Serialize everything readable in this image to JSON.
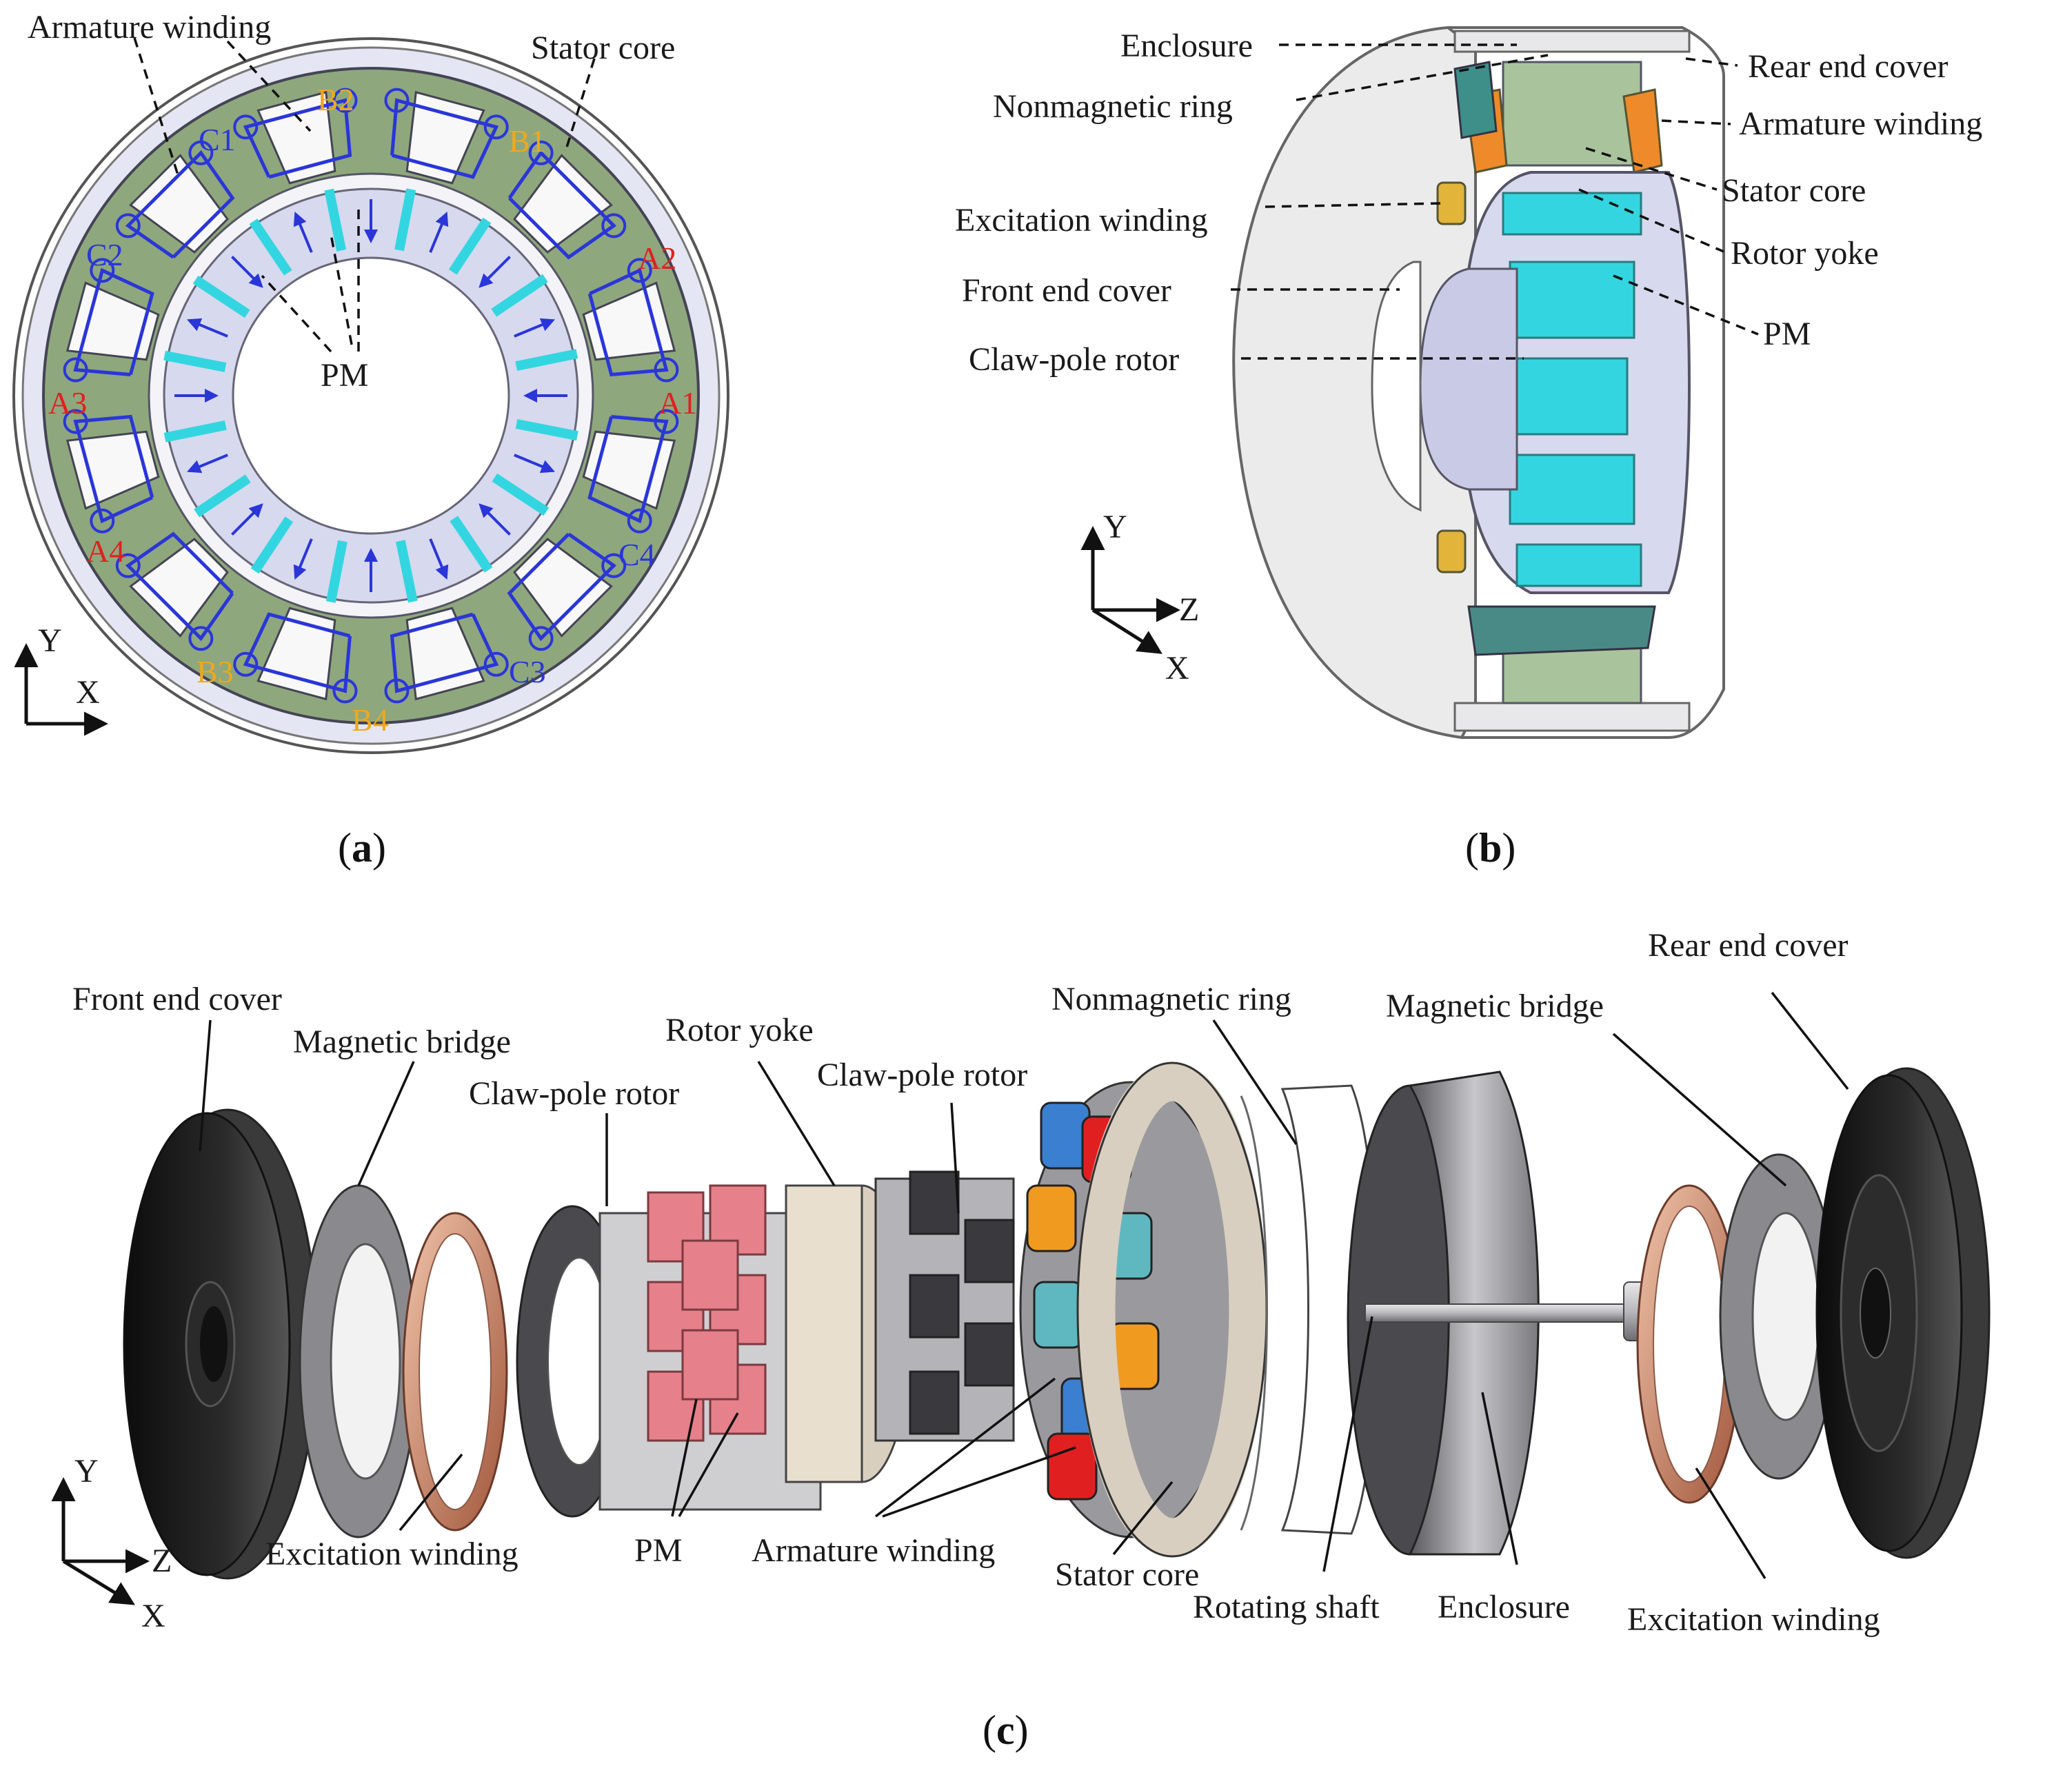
{
  "panel_a": {
    "caption": "a",
    "labels": {
      "armature_winding": "Armature winding",
      "stator_core": "Stator core",
      "pm": "PM"
    },
    "coils": [
      {
        "name": "B2",
        "color": "#f0a81c"
      },
      {
        "name": "B1",
        "color": "#f0a81c"
      },
      {
        "name": "C1",
        "color": "#2a36d8"
      },
      {
        "name": "A2",
        "color": "#e02020"
      },
      {
        "name": "C2",
        "color": "#2a36d8"
      },
      {
        "name": "A3",
        "color": "#e02020"
      },
      {
        "name": "A1",
        "color": "#e02020"
      },
      {
        "name": "A4",
        "color": "#e02020"
      },
      {
        "name": "C4",
        "color": "#2a36d8"
      },
      {
        "name": "B3",
        "color": "#f0a81c"
      },
      {
        "name": "C3",
        "color": "#2a36d8"
      },
      {
        "name": "B4",
        "color": "#f0a81c"
      }
    ],
    "axes": {
      "y": "Y",
      "x": "X"
    }
  },
  "panel_b": {
    "caption": "b",
    "labels": {
      "enclosure": "Enclosure",
      "nonmagnetic_ring": "Nonmagnetic ring",
      "excitation_winding": "Excitation winding",
      "front_end_cover": "Front end cover",
      "claw_pole_rotor": "Claw-pole rotor",
      "rear_end_cover": "Rear end cover",
      "armature_winding": "Armature winding",
      "stator_core": "Stator core",
      "rotor_yoke": "Rotor yoke",
      "pm": "PM"
    },
    "axes": {
      "y": "Y",
      "z": "Z",
      "x": "X"
    }
  },
  "panel_c": {
    "caption": "c",
    "labels": {
      "front_end_cover": "Front end cover",
      "magnetic_bridge_left": "Magnetic bridge",
      "claw_pole_rotor_left": "Claw-pole rotor",
      "rotor_yoke": "Rotor yoke",
      "claw_pole_rotor_right": "Claw-pole rotor",
      "nonmagnetic_ring": "Nonmagnetic ring",
      "magnetic_bridge_right": "Magnetic bridge",
      "rear_end_cover": "Rear end cover",
      "excitation_winding_left": "Excitation winding",
      "pm": "PM",
      "armature_winding": "Armature winding",
      "stator_core": "Stator core",
      "rotating_shaft": "Rotating shaft",
      "enclosure": "Enclosure",
      "excitation_winding_right": "Excitation winding"
    },
    "axes": {
      "y": "Y",
      "z": "Z",
      "x": "X"
    }
  },
  "colors": {
    "stator_green": "#8fa77d",
    "rotor_lavender": "#d7d9ee",
    "pm_cyan": "#33d6e0",
    "winding_blue": "#2a36d8",
    "copper": "#c87a5a",
    "dark_cover": "#1c1c1c"
  }
}
